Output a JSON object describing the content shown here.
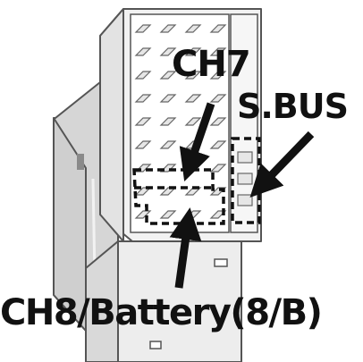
{
  "labels": {
    "ch7": "CH7",
    "sbus": "S.BUS",
    "ch8_battery": "CH8/Battery(8/B)"
  },
  "colors": {
    "outline": "#555555",
    "body_fill": "#f4f4f4",
    "shade": "#dcdcdc",
    "pin": "#eaeaea",
    "arrow": "#111111",
    "text": "#111111"
  },
  "icons": {
    "pointer": "arrow-icon"
  }
}
